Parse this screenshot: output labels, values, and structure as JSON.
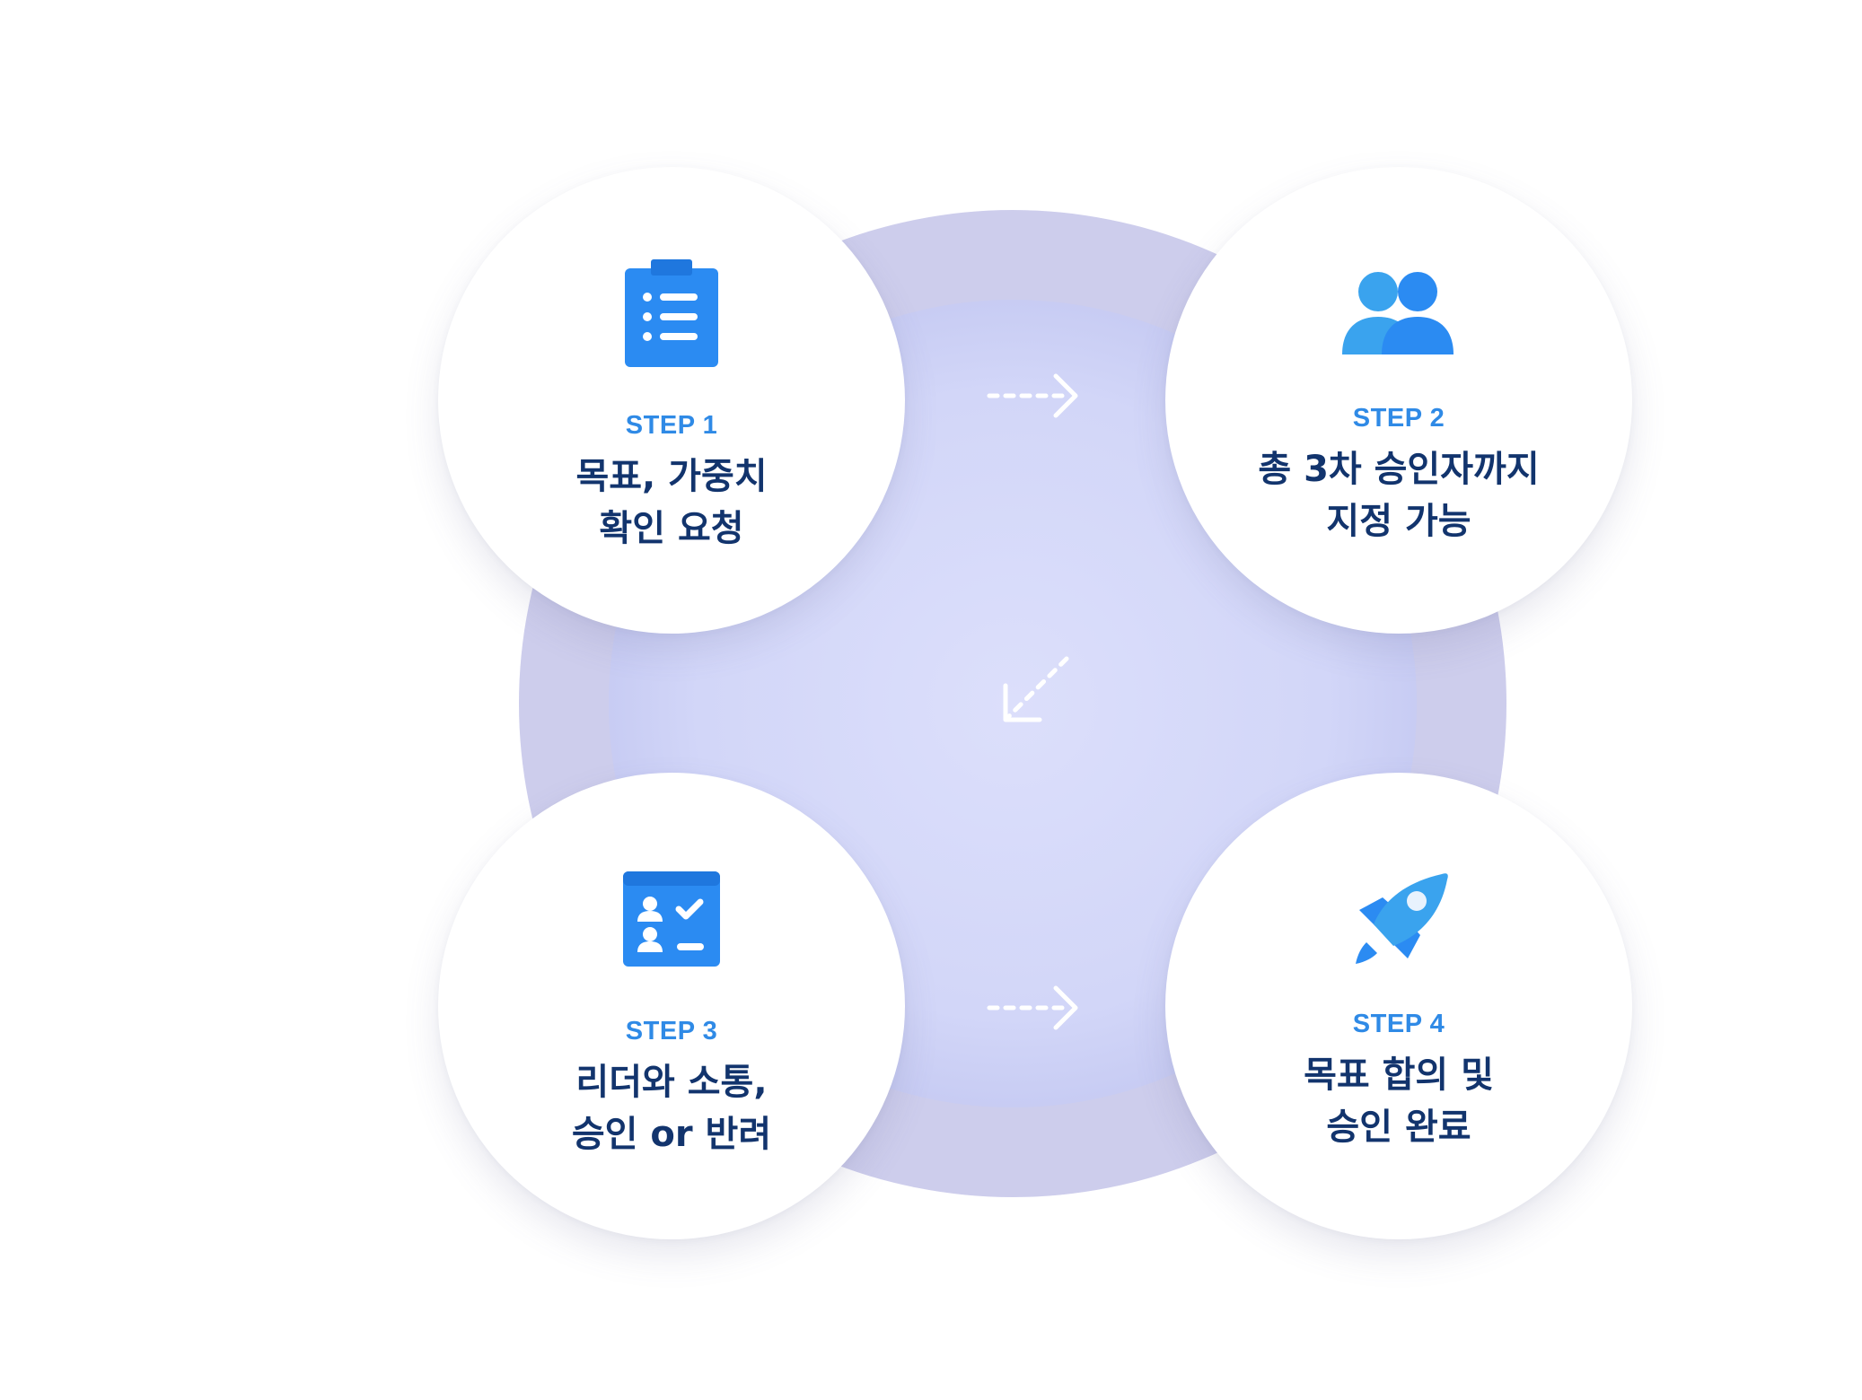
{
  "steps": [
    {
      "label": "STEP 1",
      "line1": "목표, 가중치",
      "line2": "확인 요청",
      "icon": "clipboard-list-icon"
    },
    {
      "label": "STEP 2",
      "line1": "총 3차 승인자까지",
      "line2": "지정 가능",
      "icon": "users-icon"
    },
    {
      "label": "STEP 3",
      "line1": "리더와 소통,",
      "line2": "승인 or 반려",
      "icon": "approval-board-icon"
    },
    {
      "label": "STEP 4",
      "line1": "목표 합의 및",
      "line2": "승인 완료",
      "icon": "rocket-icon"
    }
  ],
  "colors": {
    "accent": "#2f8ae6",
    "text": "#12346d",
    "ring_outer": "#cdcdec",
    "ring_inner": "#d2d6f8",
    "icon_blue": "#2b8bf2",
    "icon_light": "#3aa3ee"
  }
}
